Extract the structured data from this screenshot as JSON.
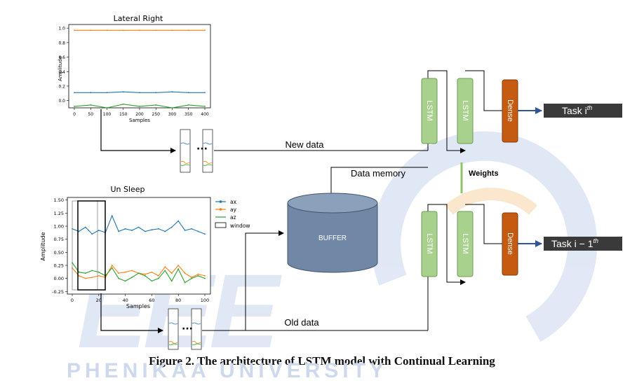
{
  "figure": {
    "caption": "Figure 2. The architecture of LSTM model with Continual Learning",
    "watermark_text": "PHENIKAA UNIVERSITY"
  },
  "top_plot": {
    "title": "Lateral Right",
    "ylabel": "Amplitude",
    "xlabel": "Samples",
    "yticks": [
      "1.0",
      "0.8",
      "0.6",
      "0.4",
      "0.2",
      "0.0"
    ],
    "xticks": [
      "0",
      "50",
      "100",
      "150",
      "200",
      "250",
      "300",
      "350",
      "400"
    ]
  },
  "bottom_plot": {
    "title": "Un Sleep",
    "ylabel": "Amplitude",
    "xlabel": "Samples",
    "yticks": [
      "1.50",
      "1.25",
      "1.00",
      "0.75",
      "0.50",
      "0.25",
      "0.00",
      "-0.25"
    ],
    "xticks": [
      "0",
      "20",
      "40",
      "60",
      "80",
      "100"
    ],
    "legend": [
      "ax",
      "ay",
      "az",
      "window"
    ]
  },
  "chart_data": [
    {
      "type": "line",
      "title": "Lateral Right",
      "xlabel": "Samples",
      "ylabel": "Amplitude",
      "xlim": [
        0,
        400
      ],
      "ylim": [
        -0.1,
        1.05
      ],
      "series": [
        {
          "color": "#ff7f0e",
          "x": [
            0,
            50,
            100,
            150,
            200,
            250,
            300,
            350,
            400
          ],
          "values": [
            0.97,
            0.97,
            0.97,
            0.97,
            0.97,
            0.97,
            0.97,
            0.97,
            0.97
          ]
        },
        {
          "color": "#1f77b4",
          "x": [
            0,
            50,
            100,
            150,
            200,
            250,
            300,
            350,
            400
          ],
          "values": [
            0.11,
            0.11,
            0.11,
            0.12,
            0.11,
            0.11,
            0.12,
            0.11,
            0.11
          ]
        },
        {
          "color": "#2ca02c",
          "x": [
            0,
            50,
            100,
            150,
            200,
            250,
            300,
            350,
            400
          ],
          "values": [
            -0.08,
            -0.06,
            -0.1,
            -0.05,
            -0.08,
            -0.06,
            -0.1,
            -0.06,
            -0.08
          ]
        }
      ]
    },
    {
      "type": "line",
      "title": "Un Sleep",
      "xlabel": "Samples",
      "ylabel": "Amplitude",
      "xlim": [
        0,
        100
      ],
      "ylim": [
        -0.3,
        1.55
      ],
      "legend": "top-right",
      "series": [
        {
          "name": "ax",
          "color": "#1f77b4",
          "x": [
            0,
            5,
            10,
            15,
            20,
            25,
            30,
            35,
            40,
            45,
            50,
            55,
            60,
            65,
            70,
            75,
            80,
            85,
            90,
            95,
            100
          ],
          "values": [
            0.95,
            0.9,
            0.98,
            0.85,
            0.92,
            0.88,
            1.2,
            0.9,
            0.95,
            0.92,
            0.98,
            0.9,
            0.93,
            0.95,
            0.9,
            0.98,
            1.1,
            0.92,
            0.95,
            0.9,
            0.85
          ]
        },
        {
          "name": "ay",
          "color": "#ff7f0e",
          "x": [
            0,
            5,
            10,
            15,
            20,
            25,
            30,
            35,
            40,
            45,
            50,
            55,
            60,
            65,
            70,
            75,
            80,
            85,
            90,
            95,
            100
          ],
          "values": [
            0.2,
            0.05,
            0.0,
            0.02,
            0.05,
            0.02,
            0.25,
            0.1,
            0.12,
            0.15,
            0.1,
            0.08,
            0.12,
            0.05,
            0.22,
            0.1,
            0.25,
            0.1,
            0.02,
            0.08,
            0.05
          ]
        },
        {
          "name": "az",
          "color": "#2ca02c",
          "x": [
            0,
            5,
            10,
            15,
            20,
            25,
            30,
            35,
            40,
            45,
            50,
            55,
            60,
            65,
            70,
            75,
            80,
            85,
            90,
            95,
            100
          ],
          "values": [
            0.3,
            0.12,
            0.1,
            0.15,
            0.12,
            0.05,
            0.2,
            0.0,
            -0.05,
            0.02,
            0.1,
            0.05,
            -0.05,
            0.0,
            0.15,
            -0.05,
            0.18,
            -0.08,
            0.0,
            0.05,
            0.0
          ]
        }
      ]
    }
  ],
  "nodes": {
    "buffer": "BUFFER",
    "lstm": "LSTM",
    "dense": "Dense",
    "weights": "Weights",
    "task_top": "Task i",
    "task_top_sup": "th",
    "task_bottom": "Task i − 1",
    "task_bottom_sup": "th"
  },
  "edges": {
    "new_data": "New data",
    "data_memory": "Data memory",
    "old_data": "Old data"
  },
  "colors": {
    "lstm_fill": "#a9d18e",
    "lstm_stroke": "#6f9a57",
    "dense_fill": "#c55a11",
    "buffer_fill": "#7088a5",
    "buffer_top": "#8ba0ba",
    "task_fill": "#3a3a3a",
    "arrow_blue": "#2f5597",
    "weights_bar": "#8cc56b"
  }
}
